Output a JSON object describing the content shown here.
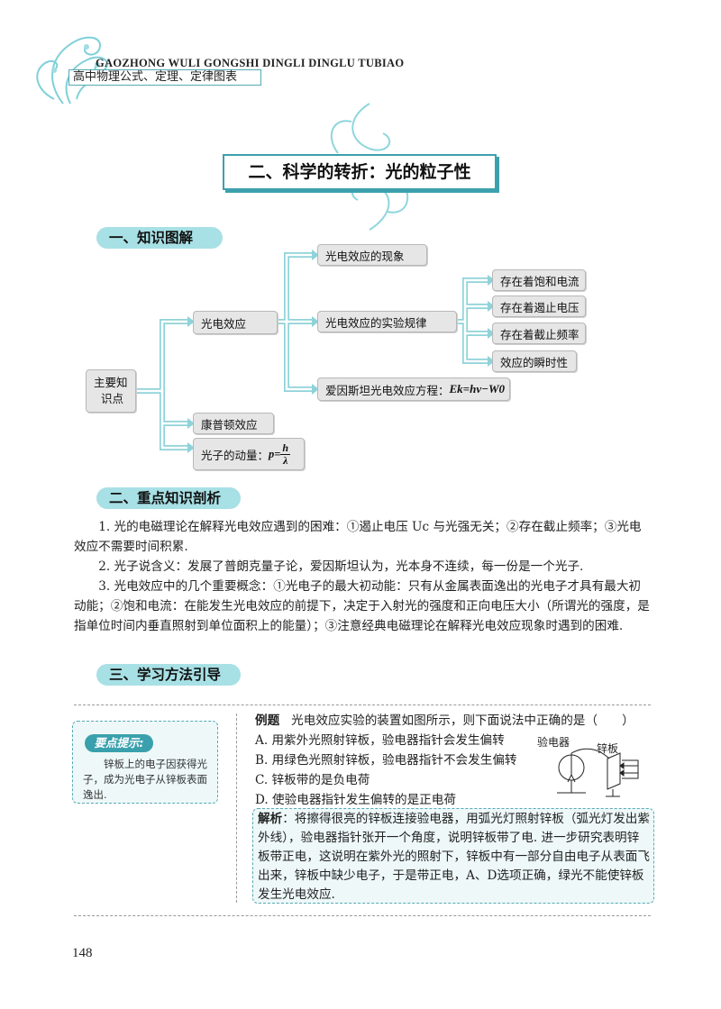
{
  "header": {
    "en": "GAOZHONG WULI GONGSHI DINGLI DINGLU TUBIAO",
    "cn": "高中物理公式、定理、定律图表"
  },
  "chapter_title": "二、科学的转折：光的粒子性",
  "sections": {
    "s1": "一、知识图解",
    "s2": "二、重点知识剖析",
    "s3": "三、学习方法引导"
  },
  "diagram": {
    "root_line1": "主要知",
    "root_line2": "识点",
    "photoelectric": "光电效应",
    "phenomenon": "光电效应的现象",
    "laws": "光电效应的实验规律",
    "einstein": "爱因斯坦光电效应方程：",
    "einstein_formula": "Ek=hν−W0",
    "saturation": "存在着饱和电流",
    "stopping": "存在着遏止电压",
    "cutoff": "存在着截止频率",
    "instant": "效应的瞬时性",
    "compton": "康普顿效应",
    "momentum": "光子的动量：",
    "momentum_formula_lhs": "p=",
    "momentum_num": "h",
    "momentum_den": "λ"
  },
  "analysis": {
    "p1": "1. 光的电磁理论在解释光电效应遇到的困难：①遏止电压 Uc 与光强无关；②存在截止频率；③光电效应不需要时间积累.",
    "p2": "2. 光子说含义：发展了普朗克量子论，爱因斯坦认为，光本身不连续，每一份是一个光子.",
    "p3": "3. 光电效应中的几个重要概念：①光电子的最大初动能：只有从金属表面逸出的光电子才具有最大初动能；②饱和电流：在能发生光电效应的前提下，决定于入射光的强度和正向电压大小（所谓光的强度，是指单位时间内垂直照射到单位面积上的能量）；③注意经典电磁理论在解释光电效应现象时遇到的困难."
  },
  "tip": {
    "badge": "要点提示:",
    "text": "锌板上的电子因获得光子，成为光电子从锌板表面逸出."
  },
  "example": {
    "label": "例题",
    "question": "光电效应实验的装置如图所示，则下面说法中正确的是（　　）",
    "options": [
      "A. 用紫外光照射锌板，验电器指针会发生偏转",
      "B. 用绿色光照射锌板，验电器指针不会发生偏转",
      "C. 锌板带的是负电荷",
      "D. 使验电器指针发生偏转的是正电荷"
    ],
    "fig_label_electroscope": "验电器",
    "fig_label_plate": "锌板"
  },
  "solution": {
    "label": "解析",
    "text": "：将擦得很亮的锌板连接验电器，用弧光灯照射锌板（弧光灯发出紫外线），验电器指针张开一个角度，说明锌板带了电. 进一步研究表明锌板带正电，这说明在紫外光的照射下，锌板中有一部分自由电子从表面飞出来，锌板中缺少电子，于是带正电，A、D选项正确，绿光不能使锌板发生光电效应."
  },
  "page_number": "148",
  "colors": {
    "accent": "#3da0ad",
    "section_bg": "#a7e0e5",
    "node_bg": "#e6e6e6",
    "arrow": "#6fc3cb"
  }
}
